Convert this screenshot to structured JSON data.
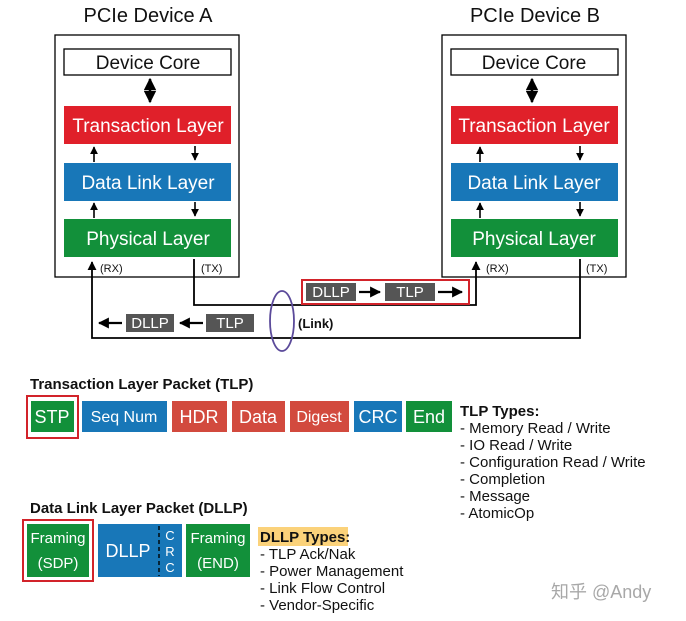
{
  "devices": {
    "a_title": "PCIe Device A",
    "b_title": "PCIe Device B",
    "core": "Device Core",
    "transaction": "Transaction Layer",
    "datalink": "Data Link Layer",
    "physical": "Physical Layer",
    "rx": "(RX)",
    "tx": "(TX)"
  },
  "link": {
    "label": "(Link)",
    "dllp": "DLLP",
    "tlp": "TLP"
  },
  "tlp_packet": {
    "title": "Transaction Layer Packet (TLP)",
    "fields": [
      "STP",
      "Seq Num",
      "HDR",
      "Data",
      "Digest",
      "CRC",
      "End"
    ],
    "types_title": "TLP Types:",
    "types": [
      "- Memory Read / Write",
      "- IO Read / Write",
      "- Configuration Read / Write",
      "- Completion",
      "- Message",
      "- AtomicOp"
    ]
  },
  "dllp_packet": {
    "title": "Data Link Layer Packet (DLLP)",
    "framing": "Framing",
    "sdp": "(SDP)",
    "end": "(END)",
    "body": "DLLP",
    "crc": [
      "C",
      "R",
      "C"
    ],
    "types_title": "DLLP Types:",
    "types": [
      "- TLP Ack/Nak",
      "- Power Management",
      "- Link Flow Control",
      "- Vendor-Specific"
    ]
  },
  "watermark": "知乎 @Andy",
  "colors": {
    "transaction": "#e0202a",
    "datalink": "#1877b8",
    "physical": "#12903a",
    "packet_gray": "#555555",
    "highlight_red": "#d2232a",
    "hdr_red": "#d24a3e",
    "dllp_types_bg": "#fbd27a",
    "link_oval": "#5b4a9a"
  }
}
